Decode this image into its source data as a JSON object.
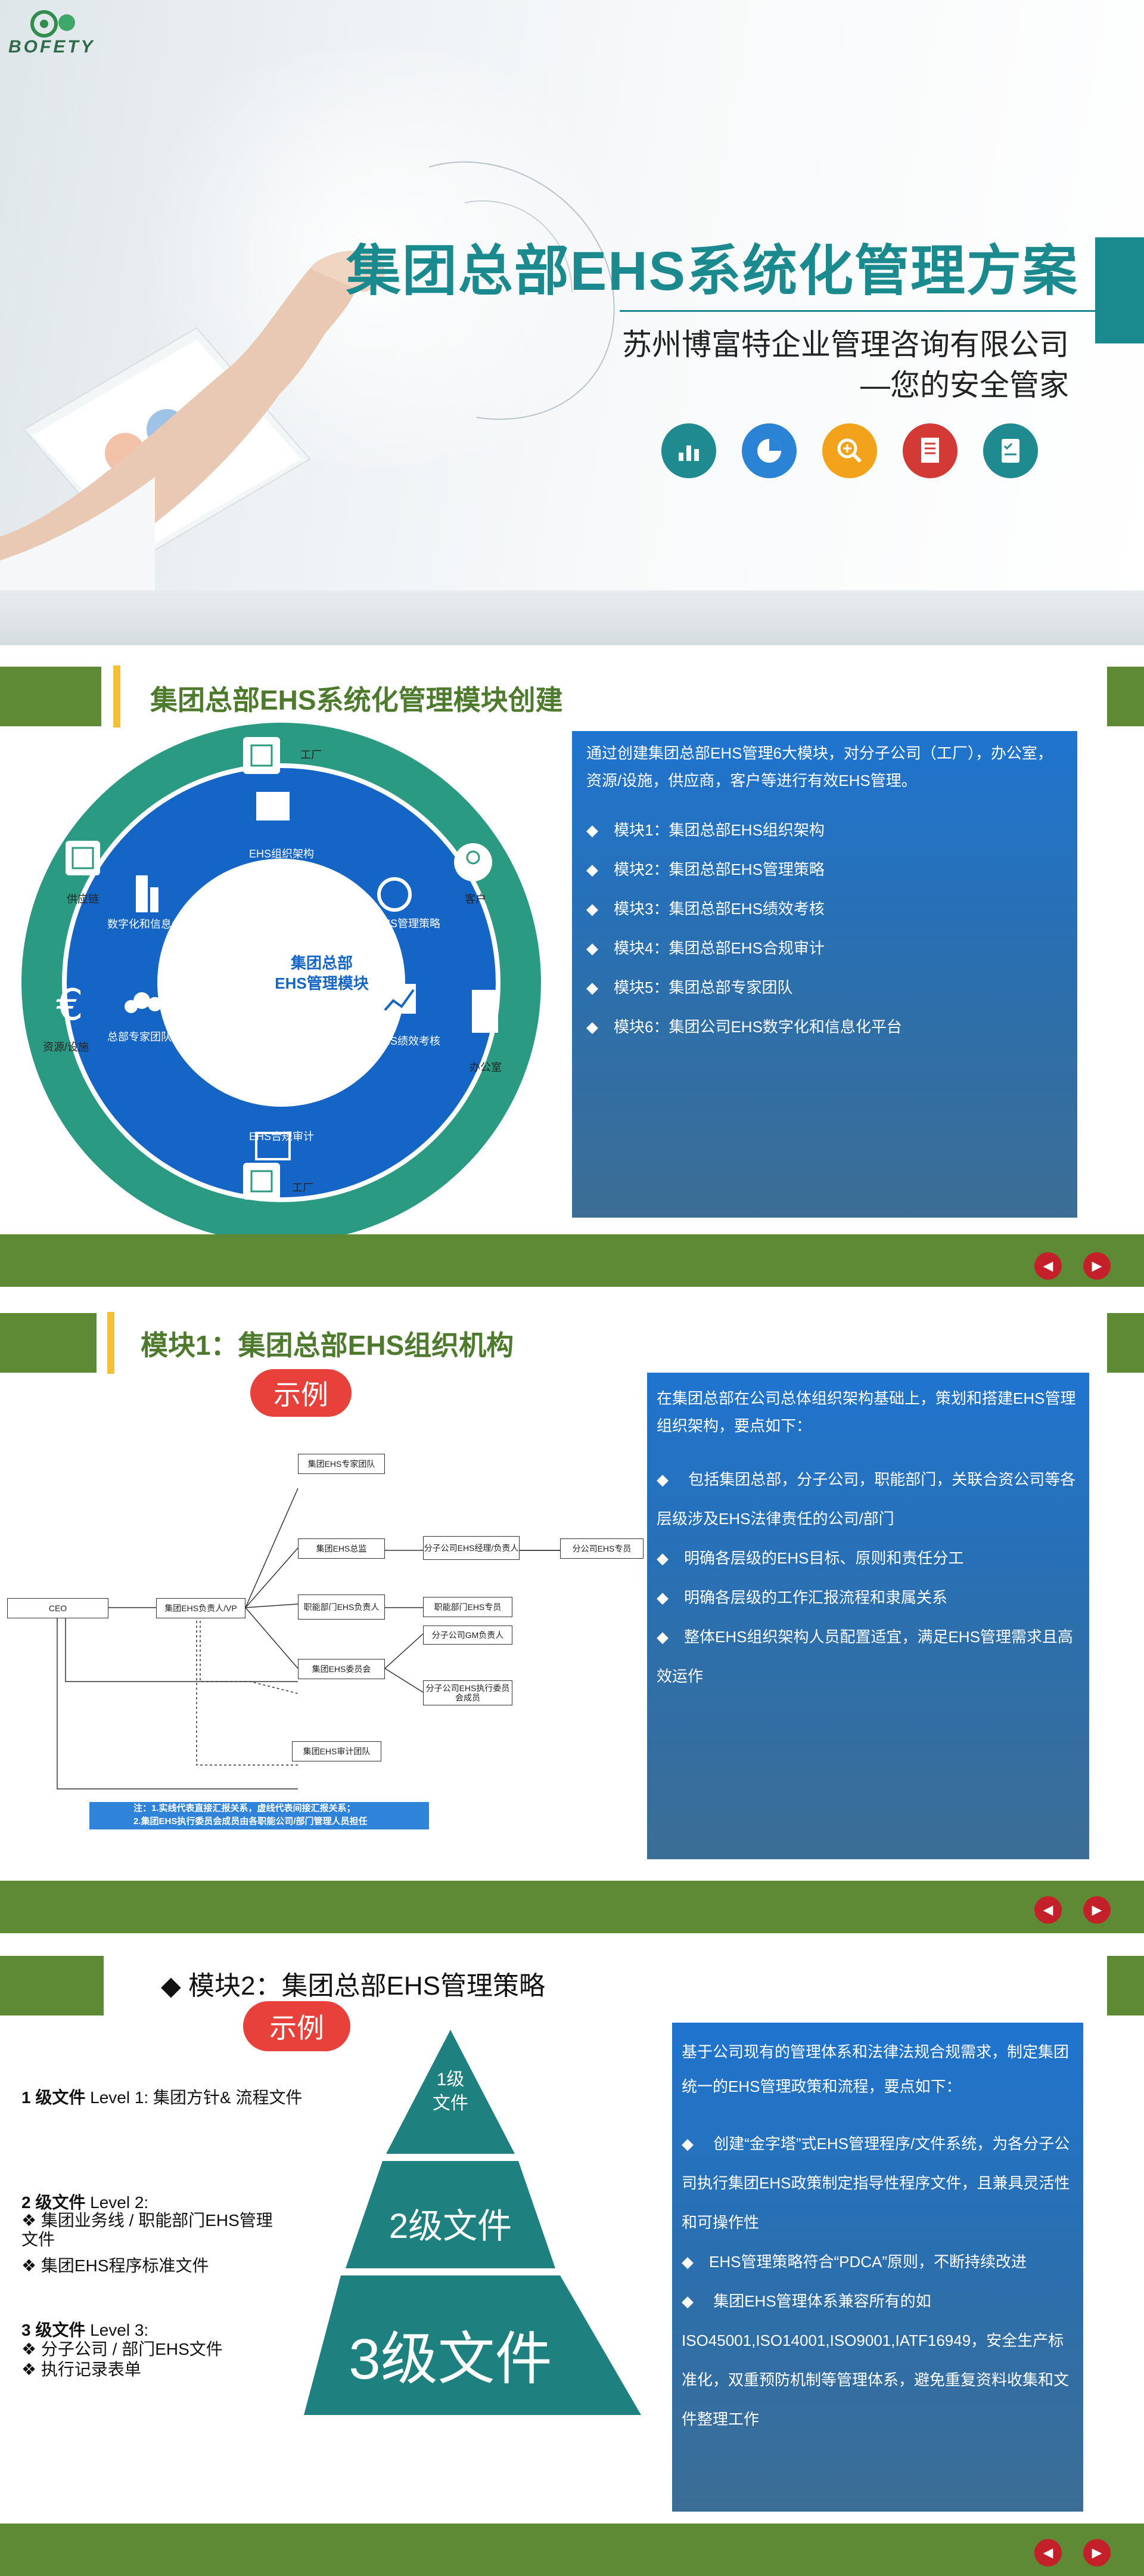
{
  "hero": {
    "logo_text": "BOFETY",
    "title": "集团总部EHS系统化管理方案",
    "company": "苏州博富特企业管理咨询有限公司",
    "slogan": "—您的安全管家",
    "icons": [
      {
        "name": "bar-chart-icon",
        "color": "#1f8a8f"
      },
      {
        "name": "pie-chart-icon",
        "color": "#2b83d6"
      },
      {
        "name": "magnifier-icon",
        "color": "#f2a31b"
      },
      {
        "name": "document-icon",
        "color": "#d33a35"
      },
      {
        "name": "checklist-icon",
        "color": "#1f8a8f"
      }
    ],
    "colors": {
      "teal": "#1b8a8f",
      "green": "#5e8a35",
      "yellow": "#f5c035"
    }
  },
  "section1": {
    "title": "集团总部EHS系统化管理模块创建",
    "center_line1": "集团总部",
    "center_line2": "EHS管理模块",
    "inner_labels": [
      "EHS组织架构",
      "EHS管理策略",
      "EHS绩效考核",
      "EHS合规审计",
      "总部专家团队",
      "数字化和信息化"
    ],
    "outer_labels": [
      "工厂",
      "客户",
      "办公室",
      "工厂",
      "资源/设施",
      "供应链"
    ],
    "intro": "通过创建集团总部EHS管理6大模块，对分子公司（工厂），办公室，资源/设施，供应商，客户等进行有效EHS管理。",
    "items": [
      "◆　模块1：集团总部EHS组织架构",
      "◆　模块2：集团总部EHS管理策略",
      "◆　模块3：集团总部EHS绩效考核",
      "◆　模块4：集团总部EHS合规审计",
      "◆　模块5：集团总部专家团队",
      "◆　模块6：集团公司EHS数字化和信息化平台"
    ]
  },
  "section2": {
    "title": "模块1：集团总部EHS组织机构",
    "example": "示例",
    "org": {
      "ceo": "CEO",
      "vp": "集团EHS负责人/VP",
      "expert_team": "集团EHS专家团队",
      "ehs_dept": "集团EHS总监",
      "sub_ehs_lead": "分子公司EHS经理/负责人",
      "sub_ehs_spec": "分公司EHS专员",
      "func_ehs": "职能部门EHS负责人",
      "func_ehs_lead": "职能部门EHS专员",
      "sub_gm": "分子公司GM负责人",
      "committee": "集团EHS委员会",
      "sub_committee": "分子公司EHS执行委员会成员",
      "audit_team": "集团EHS审计团队"
    },
    "note_line1": "注：1.实线代表直接汇报关系，虚线代表间接汇报关系；",
    "note_line2": "2.集团EHS执行委员会成员由各职能公司/部门管理人员担任",
    "intro": "在集团总部在公司总体组织架构基础上，策划和搭建EHS管理组织架构，要点如下：",
    "items": [
      "◆　 包括集团总部，分子公司，职能部门，关联合资公司等各层级涉及EHS法律责任的公司/部门",
      "◆　明确各层级的EHS目标、原则和责任分工",
      "◆　明确各层级的工作汇报流程和隶属关系",
      "◆　整体EHS组织架构人员配置适宜，满足EHS管理需求且高效运作"
    ]
  },
  "section3": {
    "title": "◆  模块2：集团总部EHS管理策略",
    "example": "示例",
    "lvl1_bold": "1 级文件",
    "lvl1_rest": " Level 1: 集团方针& 流程文件",
    "lvl2_bold": "2 级文件",
    "lvl2_rest": " Level 2:",
    "lvl2_items": [
      "❖  集团业务线 / 职能部门EHS管理文件",
      "❖  集团EHS程序标准文件"
    ],
    "lvl3_bold": "3 级文件",
    "lvl3_rest": " Level 3:",
    "lvl3_items": [
      "❖  分子公司 / 部门EHS文件",
      "❖  执行记录表单"
    ],
    "pyramid": {
      "top_line1": "1级",
      "top_line2": "文件",
      "mid": "2级文件",
      "bottom": "3级文件"
    },
    "intro": "基于公司现有的管理体系和法律法规合规需求，制定集团统一的EHS管理政策和流程，要点如下：",
    "items": [
      "◆　 创建“金字塔”式EHS管理程序/文件系统，为各分子公司执行集团EHS政策制定指导性程序文件，且兼具灵活性和可操作性",
      "◆　EHS管理策略符合“PDCA”原则，不断持续改进",
      "◆　 集团EHS管理体系兼容所有的如ISO45001,ISO14001,ISO9001,IATF16949，安全生产标准化，双重预防机制等管理体系，避免重复资料收集和文件整理工作"
    ]
  }
}
